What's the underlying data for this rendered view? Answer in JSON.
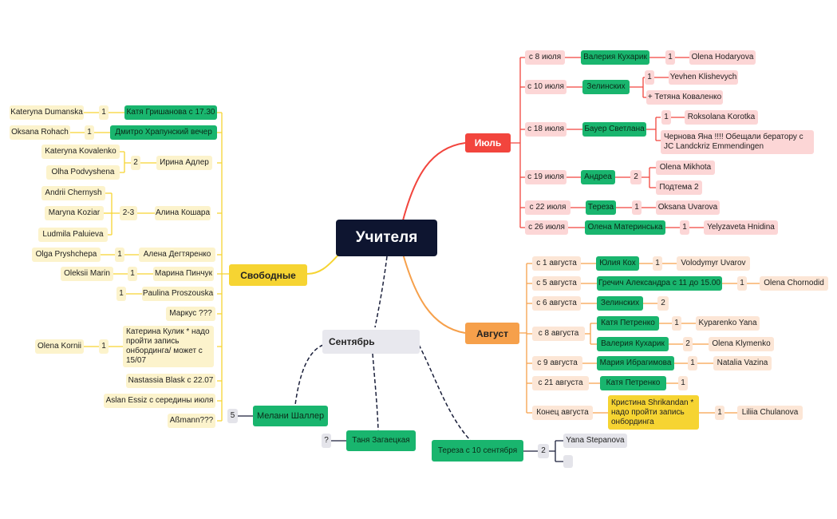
{
  "root": "Учителя",
  "july": {
    "label": "Июль",
    "dates": [
      "с 8 июля",
      "с 10 июля",
      "с 18 июля",
      "с 19 июля",
      "с 22 июля",
      "с 26 июля"
    ],
    "teachers": [
      "Валерия Кухарик",
      "Зелинских",
      "Бауер Светлана",
      "Андреа",
      "Тереза",
      "Олена Материнська"
    ],
    "counts": [
      "1",
      "1",
      "1",
      "2",
      "1",
      "1"
    ],
    "students": [
      "Olena Hodaryova",
      "Yevhen Klishevych",
      "+ Тетяна Коваленко",
      "Roksolana Korotka",
      "Чернова Яна !!!! Обещали бератору с JC Landckriz  Emmendingen",
      "Olena Mikhota",
      "Подтема 2",
      "Oksana Uvarova",
      "Yelyzaveta Hnidina"
    ]
  },
  "august": {
    "label": "Август",
    "dates": [
      "с 1 августа",
      "с 5 августа",
      "с 6 августа",
      "с 8 августа",
      "с 9 августа",
      "с 21 августа",
      "Конец августа"
    ],
    "teachers": [
      "Юлия Кох",
      "Гречич Александра с 11 до 15.00",
      "Зелинских",
      "Катя Петренко",
      "Валерия Кухарик",
      "Мария Ибрагимова",
      "Катя Петренко",
      "Кристина Shrikandan * надо пройти запись онбординга"
    ],
    "counts": [
      "1",
      "1",
      "2",
      "1",
      "2",
      "1",
      "1",
      "1"
    ],
    "students": [
      "Volodymyr Uvarov",
      "Olena Chornodid",
      "Kyparenko Yana",
      "Olena Klymenko",
      "Natalia Vazina",
      "Liliia  Chulanova"
    ]
  },
  "free": {
    "label": "Свободные",
    "teachers": [
      "Катя Гришанова с 17.30",
      "Дмитро Храпунский вечер",
      "Ирина Адлер",
      "Алина Кошара",
      "Алена Дегтяренко",
      "Марина Пинчук",
      "Paulina Proszouska",
      "Маркус ???",
      "Катерина Кулик * надо пройти запись онбординга/ может с 15/07",
      "Nastassia Blask с 22.07",
      "Aslan Essiz с середины июля",
      "Aßmann???"
    ],
    "counts": [
      "1",
      "1",
      "2",
      "2-3",
      "1",
      "1",
      "1",
      "1"
    ],
    "students": [
      "Kateryna Dumanska",
      "Oksana Rohach",
      "Kateryna Kovalenko",
      "Olha Podvyshena",
      "Andrii Chernysh",
      "Maryna Koziar",
      "Ludmila Paluieva",
      "Olga Pryshchepa",
      "Oleksii Marin",
      "Olena Kornii"
    ]
  },
  "september": {
    "label": "Сентябрь",
    "teachers": [
      "Мелани Шаллер",
      "Таня Загаецкая",
      "Тереза с 10 сентября"
    ],
    "counts": [
      "5",
      "?",
      "2"
    ],
    "students": [
      "Yana Stepanova"
    ]
  }
}
